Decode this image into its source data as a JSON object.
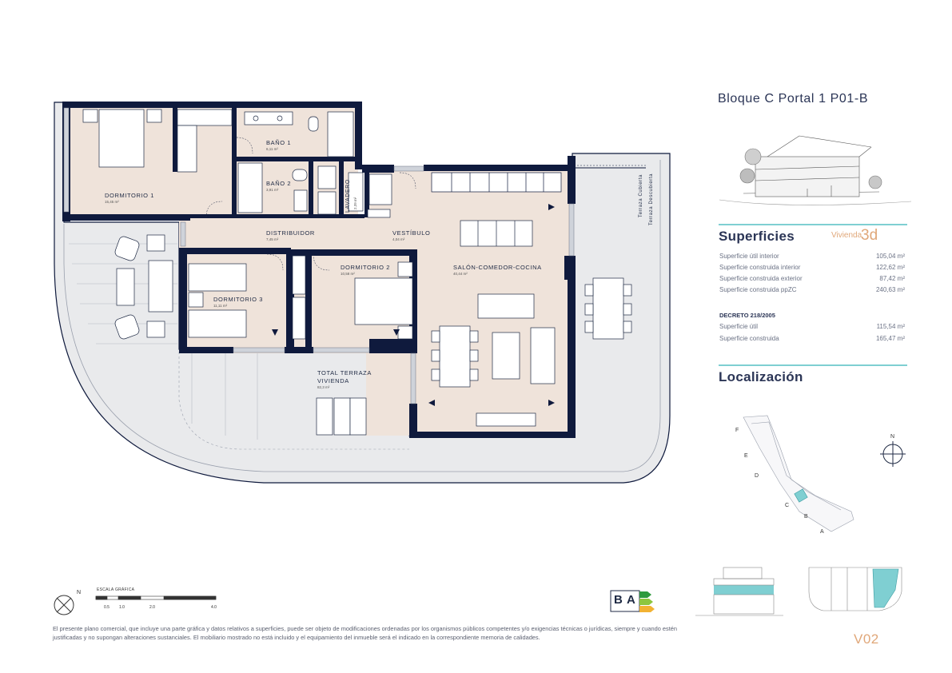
{
  "header": {
    "title": "Bloque C Portal 1 P01-B"
  },
  "superficies": {
    "heading": "Superficies",
    "vivienda_label": "Vivienda",
    "vivienda_type": "3d",
    "rows": [
      {
        "label": "Superficie útil interior",
        "value": "105,04 m²"
      },
      {
        "label": "Superficie construida interior",
        "value": "122,62 m²"
      },
      {
        "label": "Superficie construida exterior",
        "value": "87,42 m²"
      },
      {
        "label": "Superficie construida ppZC",
        "value": "240,63 m²"
      }
    ],
    "decreto": {
      "title": "DECRETO 218/2005",
      "rows": [
        {
          "label": "Superficie útil",
          "value": "115,54 m²"
        },
        {
          "label": "Superficie construida",
          "value": "165,47 m²"
        }
      ]
    }
  },
  "localizacion": {
    "heading": "Localización",
    "north": "N",
    "blocks": [
      "F",
      "E",
      "D",
      "C",
      "B",
      "A"
    ]
  },
  "plan": {
    "rooms": [
      {
        "name": "DORMITORIO 1",
        "area": "15,45 m²"
      },
      {
        "name": "BAÑO 1",
        "area": "6,11 m²"
      },
      {
        "name": "BAÑO 2",
        "area": "3,91 m²"
      },
      {
        "name": "LAVADERO",
        "area": "2,39 m²"
      },
      {
        "name": "DISTRIBUIDOR",
        "area": "7,45 m²"
      },
      {
        "name": "VESTÍBULO",
        "area": "4,04 m²"
      },
      {
        "name": "DORMITORIO 3",
        "area": "11,11 m²"
      },
      {
        "name": "DORMITORIO 2",
        "area": "10,58 m²"
      },
      {
        "name": "SALÓN-COMEDOR-COCINA",
        "area": "40,44 m²"
      },
      {
        "name": "TOTAL TERRAZA",
        "name2": "VIVIENDA",
        "area": "82,3 m²"
      }
    ],
    "terraza_cubierta": "Terraza Cubierta",
    "terraza_descubierta": "Terraza Descubierta"
  },
  "scale": {
    "title": "ESCALA GRÁFICA",
    "ticks": [
      "0.5",
      "1.0",
      "2.0",
      "4.0"
    ],
    "north": "N"
  },
  "energy": {
    "label_b": "B",
    "label_a": "A"
  },
  "footer": {
    "disclaimer": "El presente plano comercial, que incluye una parte gráfica y datos relativos a superficies, puede ser objeto de modificaciones ordenadas por los organismos públicos competentes y/o exigencias técnicas o jurídicas, siempre y cuando estén justificadas y no supongan alteraciones sustanciales. El mobiliario mostrado no está incluido y el equipamiento del inmueble será el indicado en la correspondiente memoria de calidades.",
    "version": "V02"
  },
  "colors": {
    "wall": "#0f1a3d",
    "room_fill": "#efe3da",
    "terrace_fill": "#e9eaec",
    "accent_teal": "#7fcfd2",
    "accent_orange": "#e0a779"
  }
}
